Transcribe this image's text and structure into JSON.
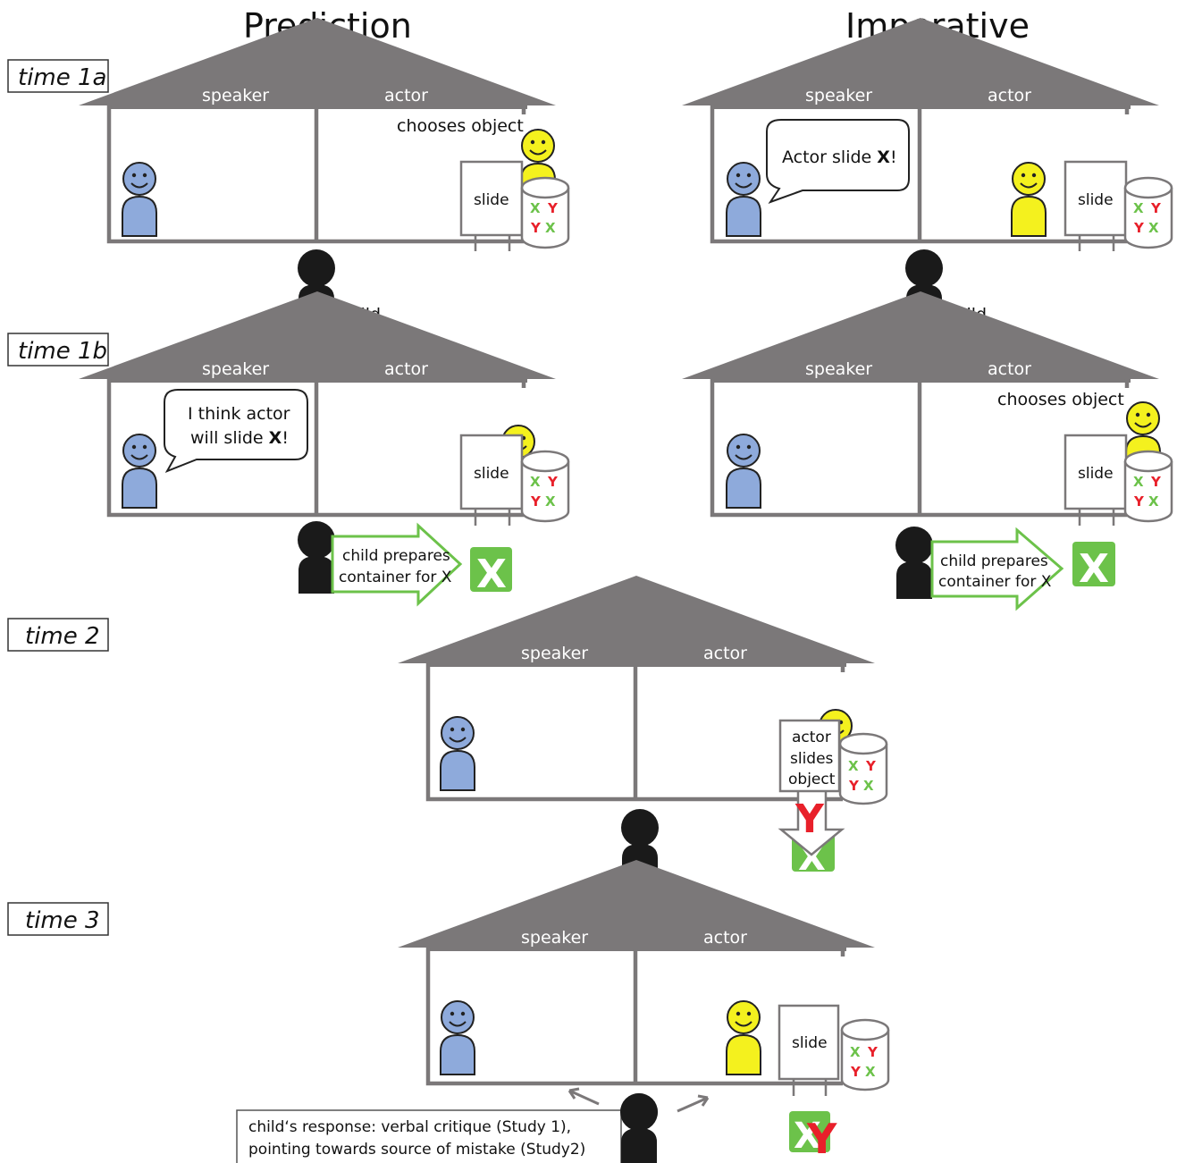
{
  "titles": {
    "prediction": "Prediction",
    "imperative": "Imperative"
  },
  "times": {
    "t1a": "time 1a",
    "t1b": "time 1b",
    "t2": "time 2",
    "t3": "time 3"
  },
  "rooms": {
    "speaker": "speaker",
    "actor": "actor"
  },
  "labels": {
    "chooses_object": "chooses object",
    "slide": "slide",
    "child": "child",
    "actor_slides_1": "actor",
    "actor_slides_2": "slides",
    "actor_slides_3": "object"
  },
  "bubbles": {
    "imperative_pre": "Actor  slide ",
    "imperative_x": "X",
    "imperative_post": "!",
    "prediction_l1": "I think actor",
    "prediction_l2_pre": "will slide ",
    "prediction_l2_x": "X",
    "prediction_l2_post": "!"
  },
  "arrow_text": {
    "pred_l1": "child prepares",
    "pred_l2": "container for X",
    "imp_l1": "child  prepares",
    "imp_l2": "container for X"
  },
  "letters": {
    "x": "X",
    "y": "Y"
  },
  "response": {
    "line1": "child‘s response: verbal critique (Study 1),",
    "line2": "pointing towards source of mistake (Study2)"
  },
  "colors": {
    "roof": "#7b7879",
    "wall": "#7b7879",
    "speaker": "#8eaadb",
    "actor": "#f4f11e",
    "child": "#1a1a1a",
    "green": "#6cc24a",
    "red": "#e8202a"
  }
}
